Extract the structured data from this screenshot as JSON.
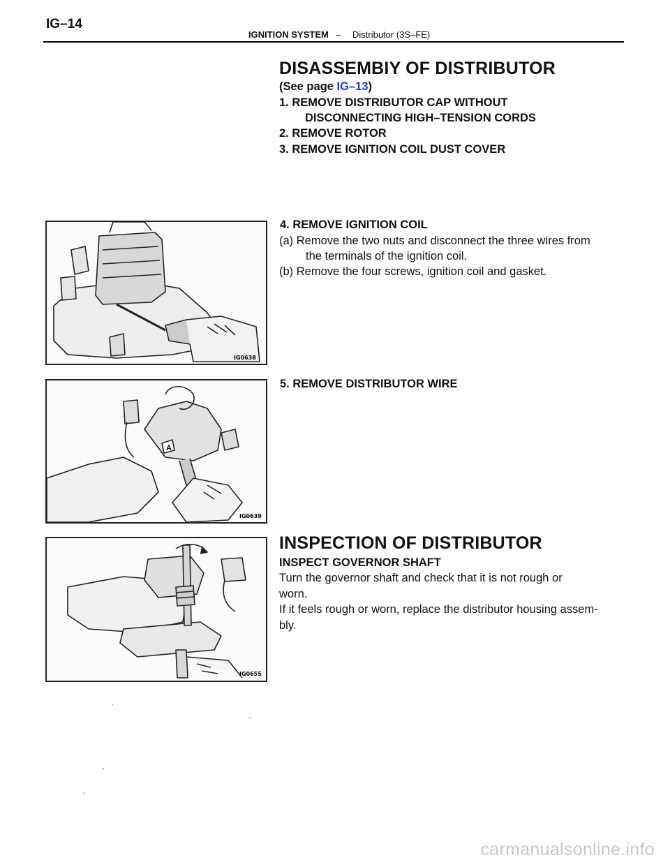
{
  "header": {
    "page_number": "IG–14",
    "section": "IGNITION SYSTEM",
    "separator": "–",
    "subsection": "Distributor (3S–FE)"
  },
  "disassembly": {
    "title": "DISASSEMBIY OF DISTRIBUTOR",
    "see_page_prefix": "(See page ",
    "see_page_link": "IG–13",
    "see_page_suffix": ")",
    "step1_line1": "1. REMOVE DISTRIBUTOR CAP WITHOUT",
    "step1_line2": "DISCONNECTING HIGH–TENSION CORDS",
    "step2": "2. REMOVE ROTOR",
    "step3": "3. REMOVE IGNITION COIL DUST COVER",
    "step4": {
      "heading": "4. REMOVE IGNITION COIL",
      "a_line1": "(a) Remove the two nuts and disconnect the three wires from",
      "a_line2": "the terminals of the ignition coil.",
      "b": "(b) Remove the four screws, ignition coil and gasket."
    },
    "step5": "5. REMOVE DISTRIBUTOR WIRE"
  },
  "inspection": {
    "title": "INSPECTION OF DISTRIBUTOR",
    "subheading": "INSPECT GOVERNOR SHAFT",
    "line1": "Turn the governor shaft and check that it is not rough or",
    "line2": "worn.",
    "line3": "If it feels rough or worn, replace the distributor housing assem-",
    "line4": "bly."
  },
  "figures": {
    "fig1_code": "IG0638",
    "fig2_code": "IG0639",
    "fig3_code": "IG0655",
    "fig2_label": "A"
  },
  "footer": "carmanualsonline.info"
}
